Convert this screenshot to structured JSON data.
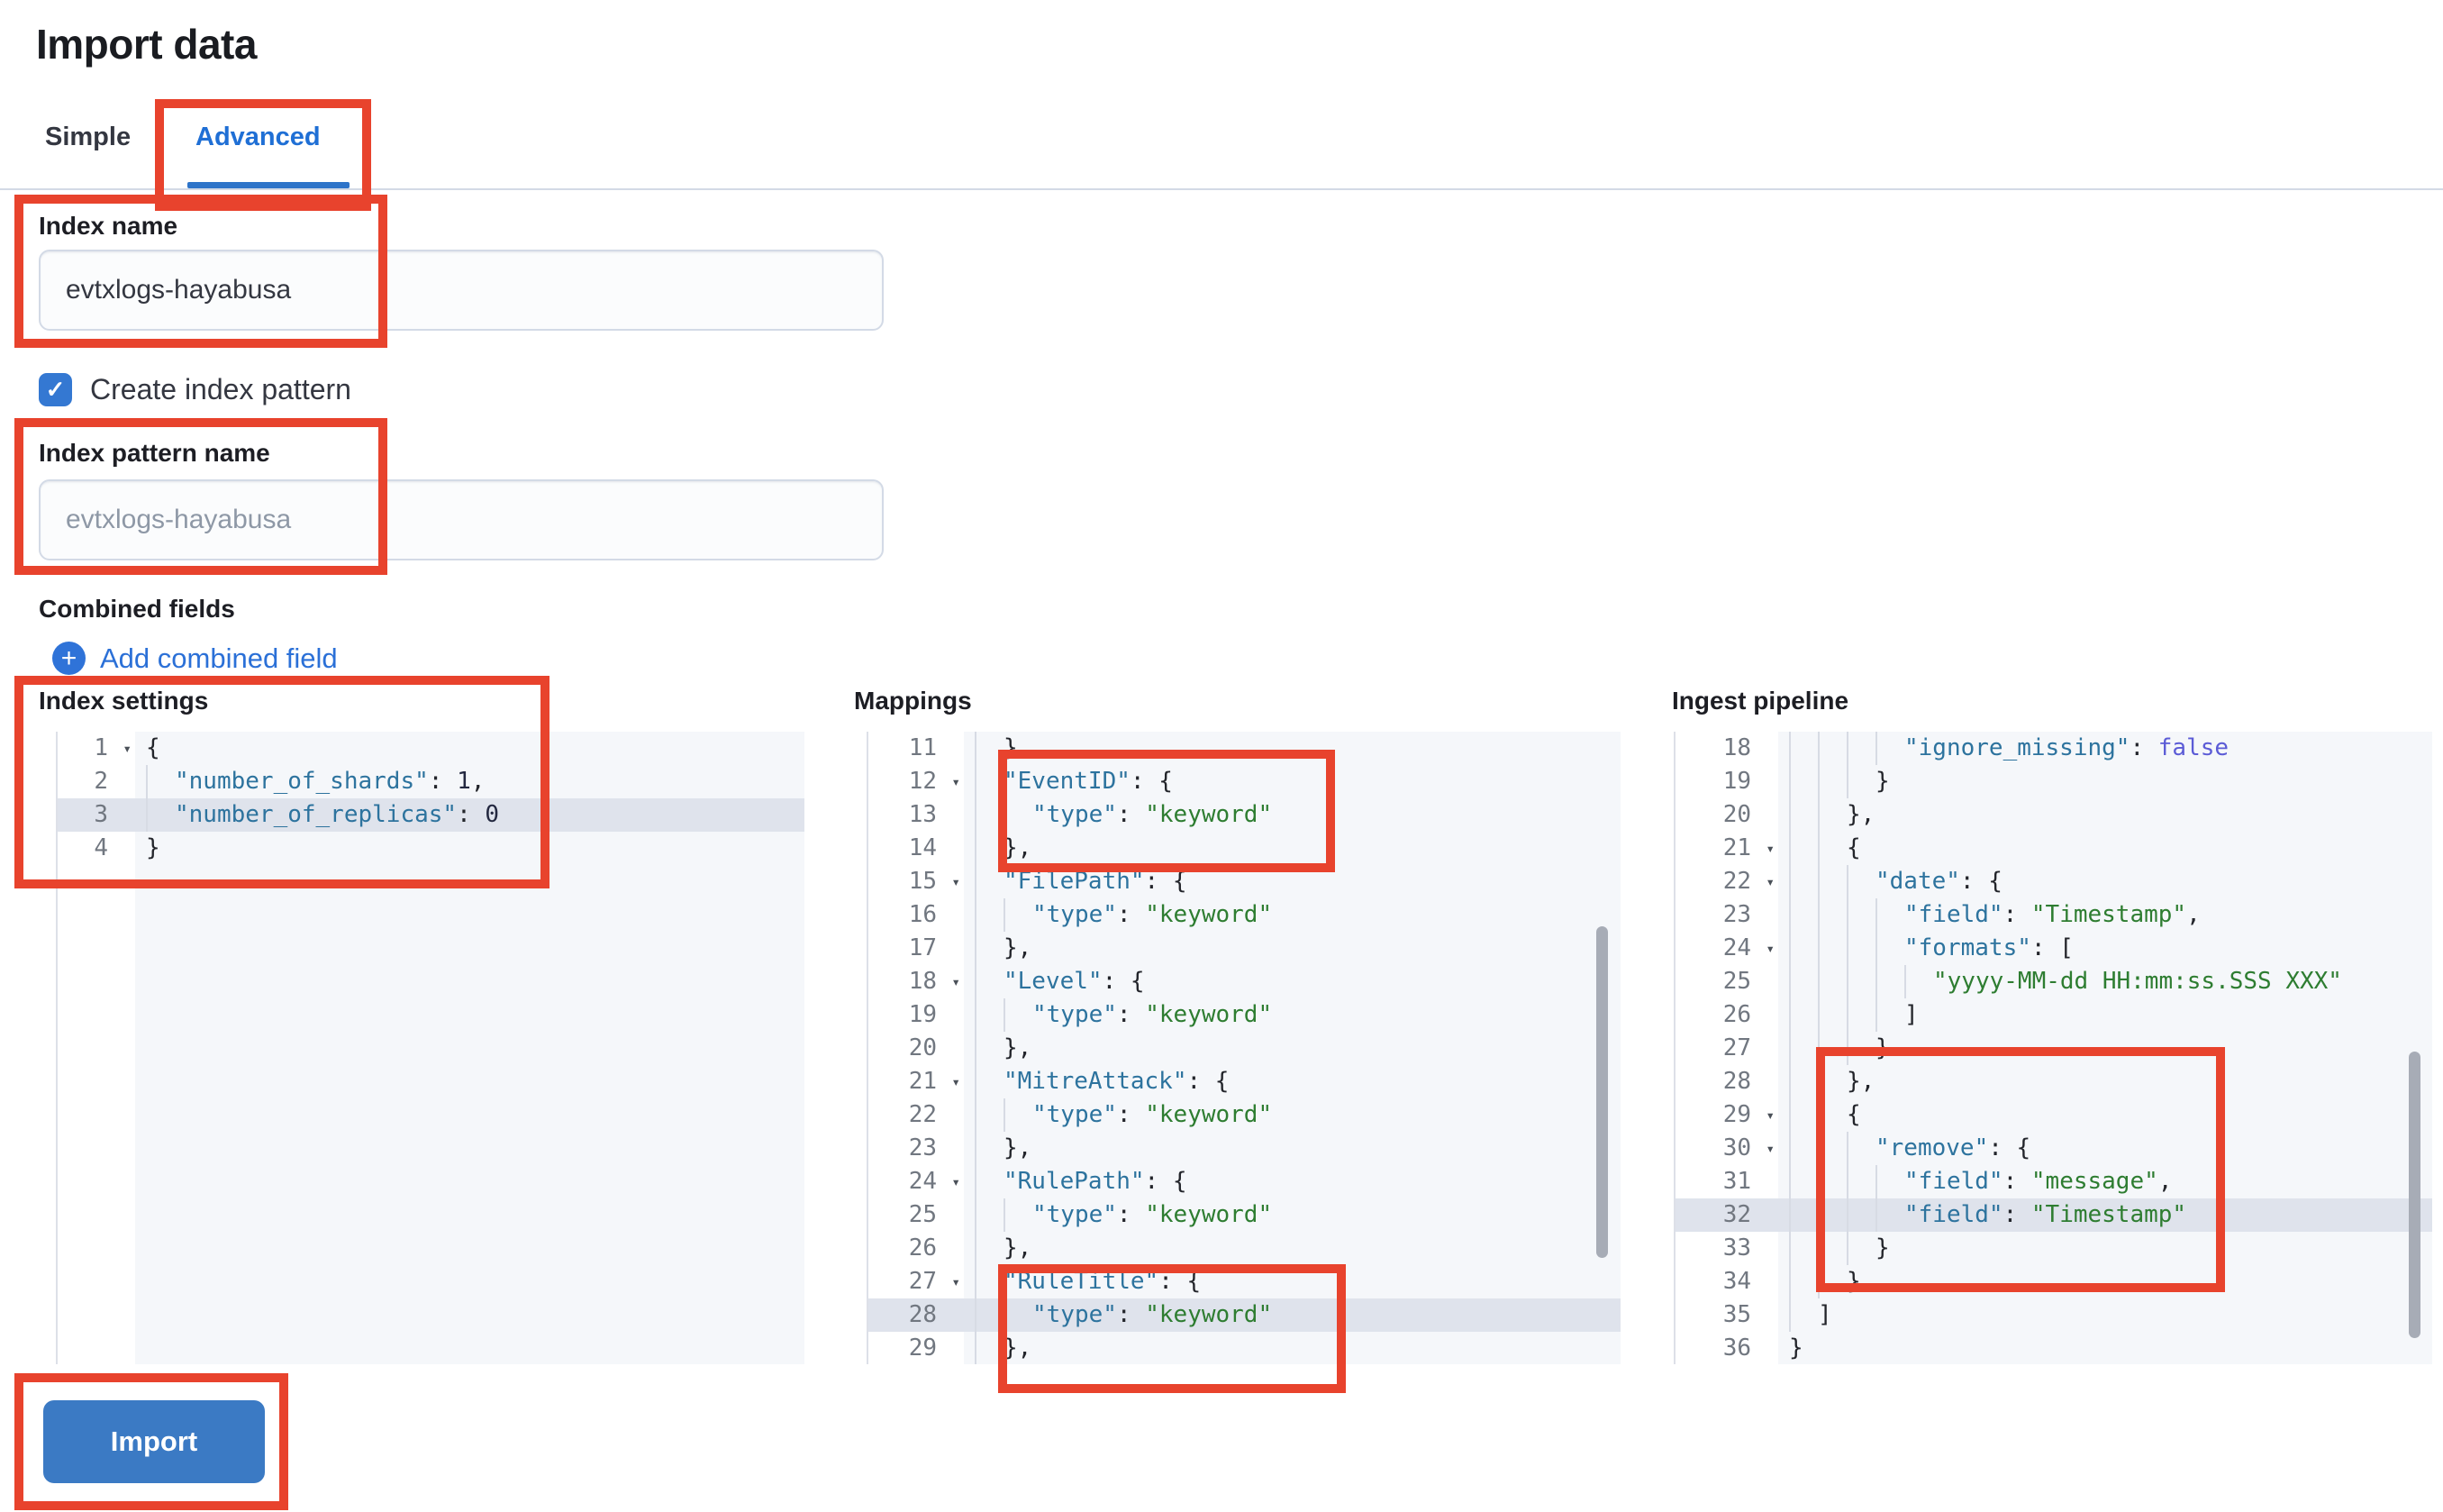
{
  "page": {
    "title": "Import data"
  },
  "tabs": {
    "simple": "Simple",
    "advanced": "Advanced",
    "selected": "Advanced"
  },
  "form": {
    "index_name": {
      "label": "Index name",
      "value": "evtxlogs-hayabusa"
    },
    "create_index_pattern": {
      "label": "Create index pattern",
      "checked": true,
      "check_glyph": "✓"
    },
    "index_pattern_name": {
      "label": "Index pattern name",
      "placeholder": "evtxlogs-hayabusa"
    },
    "combined_fields": {
      "label": "Combined fields",
      "add_link": "Add combined field",
      "plus_glyph": "+"
    }
  },
  "import_button": {
    "label": "Import"
  },
  "colors": {
    "accent_blue": "#2b70d7",
    "tab_selected_blue": "#1f6fd5",
    "checkbox_blue": "#3478d2",
    "button_blue": "#3b7ac4",
    "annotation_red": "#e8432d",
    "editor_bg": "#f5f7fa",
    "highlight_line_bg": "#dfe3ec",
    "code_key": "#2d739e",
    "code_string": "#2e7d31",
    "code_boolean": "#5b5bd6"
  },
  "editors": [
    {
      "id": "index-settings",
      "label": "Index settings",
      "lines": [
        {
          "n": "1",
          "fold": true,
          "indent": 0,
          "hl": false,
          "tokens": [
            [
              "plain",
              "{"
            ]
          ]
        },
        {
          "n": "2",
          "fold": false,
          "indent": 1,
          "hl": false,
          "tokens": [
            [
              "key",
              "\"number_of_shards\""
            ],
            [
              "plain",
              ": "
            ],
            [
              "num",
              "1"
            ],
            [
              "plain",
              ","
            ]
          ]
        },
        {
          "n": "3",
          "fold": false,
          "indent": 1,
          "hl": true,
          "tokens": [
            [
              "key",
              "\"number_of_replicas\""
            ],
            [
              "plain",
              ": "
            ],
            [
              "num",
              "0"
            ]
          ]
        },
        {
          "n": "4",
          "fold": false,
          "indent": 0,
          "hl": false,
          "tokens": [
            [
              "plain",
              "}"
            ]
          ]
        }
      ]
    },
    {
      "id": "mappings",
      "label": "Mappings",
      "lines": [
        {
          "n": "11",
          "fold": false,
          "indent": 1,
          "hl": false,
          "tokens": [
            [
              "plain",
              "},"
            ]
          ]
        },
        {
          "n": "12",
          "fold": true,
          "indent": 1,
          "hl": false,
          "tokens": [
            [
              "key",
              "\"EventID\""
            ],
            [
              "plain",
              ": {"
            ]
          ]
        },
        {
          "n": "13",
          "fold": false,
          "indent": 2,
          "hl": false,
          "tokens": [
            [
              "key",
              "\"type\""
            ],
            [
              "plain",
              ": "
            ],
            [
              "str",
              "\"keyword\""
            ]
          ]
        },
        {
          "n": "14",
          "fold": false,
          "indent": 1,
          "hl": false,
          "tokens": [
            [
              "plain",
              "},"
            ]
          ]
        },
        {
          "n": "15",
          "fold": true,
          "indent": 1,
          "hl": false,
          "tokens": [
            [
              "key",
              "\"FilePath\""
            ],
            [
              "plain",
              ": {"
            ]
          ]
        },
        {
          "n": "16",
          "fold": false,
          "indent": 2,
          "hl": false,
          "tokens": [
            [
              "key",
              "\"type\""
            ],
            [
              "plain",
              ": "
            ],
            [
              "str",
              "\"keyword\""
            ]
          ]
        },
        {
          "n": "17",
          "fold": false,
          "indent": 1,
          "hl": false,
          "tokens": [
            [
              "plain",
              "},"
            ]
          ]
        },
        {
          "n": "18",
          "fold": true,
          "indent": 1,
          "hl": false,
          "tokens": [
            [
              "key",
              "\"Level\""
            ],
            [
              "plain",
              ": {"
            ]
          ]
        },
        {
          "n": "19",
          "fold": false,
          "indent": 2,
          "hl": false,
          "tokens": [
            [
              "key",
              "\"type\""
            ],
            [
              "plain",
              ": "
            ],
            [
              "str",
              "\"keyword\""
            ]
          ]
        },
        {
          "n": "20",
          "fold": false,
          "indent": 1,
          "hl": false,
          "tokens": [
            [
              "plain",
              "},"
            ]
          ]
        },
        {
          "n": "21",
          "fold": true,
          "indent": 1,
          "hl": false,
          "tokens": [
            [
              "key",
              "\"MitreAttack\""
            ],
            [
              "plain",
              ": {"
            ]
          ]
        },
        {
          "n": "22",
          "fold": false,
          "indent": 2,
          "hl": false,
          "tokens": [
            [
              "key",
              "\"type\""
            ],
            [
              "plain",
              ": "
            ],
            [
              "str",
              "\"keyword\""
            ]
          ]
        },
        {
          "n": "23",
          "fold": false,
          "indent": 1,
          "hl": false,
          "tokens": [
            [
              "plain",
              "},"
            ]
          ]
        },
        {
          "n": "24",
          "fold": true,
          "indent": 1,
          "hl": false,
          "tokens": [
            [
              "key",
              "\"RulePath\""
            ],
            [
              "plain",
              ": {"
            ]
          ]
        },
        {
          "n": "25",
          "fold": false,
          "indent": 2,
          "hl": false,
          "tokens": [
            [
              "key",
              "\"type\""
            ],
            [
              "plain",
              ": "
            ],
            [
              "str",
              "\"keyword\""
            ]
          ]
        },
        {
          "n": "26",
          "fold": false,
          "indent": 1,
          "hl": false,
          "tokens": [
            [
              "plain",
              "},"
            ]
          ]
        },
        {
          "n": "27",
          "fold": true,
          "indent": 1,
          "hl": false,
          "tokens": [
            [
              "key",
              "\"RuleTitle\""
            ],
            [
              "plain",
              ": {"
            ]
          ]
        },
        {
          "n": "28",
          "fold": false,
          "indent": 2,
          "hl": true,
          "tokens": [
            [
              "key",
              "\"type\""
            ],
            [
              "plain",
              ": "
            ],
            [
              "str",
              "\"keyword\""
            ]
          ]
        },
        {
          "n": "29",
          "fold": false,
          "indent": 1,
          "hl": false,
          "tokens": [
            [
              "plain",
              "},"
            ]
          ]
        }
      ]
    },
    {
      "id": "ingest",
      "label": "Ingest pipeline",
      "lines": [
        {
          "n": "18",
          "fold": false,
          "indent": 4,
          "hl": false,
          "tokens": [
            [
              "key",
              "\"ignore_missing\""
            ],
            [
              "plain",
              ": "
            ],
            [
              "bool",
              "false"
            ]
          ]
        },
        {
          "n": "19",
          "fold": false,
          "indent": 3,
          "hl": false,
          "tokens": [
            [
              "plain",
              "}"
            ]
          ]
        },
        {
          "n": "20",
          "fold": false,
          "indent": 2,
          "hl": false,
          "tokens": [
            [
              "plain",
              "},"
            ]
          ]
        },
        {
          "n": "21",
          "fold": true,
          "indent": 2,
          "hl": false,
          "tokens": [
            [
              "plain",
              "{"
            ]
          ]
        },
        {
          "n": "22",
          "fold": true,
          "indent": 3,
          "hl": false,
          "tokens": [
            [
              "key",
              "\"date\""
            ],
            [
              "plain",
              ": {"
            ]
          ]
        },
        {
          "n": "23",
          "fold": false,
          "indent": 4,
          "hl": false,
          "tokens": [
            [
              "key",
              "\"field\""
            ],
            [
              "plain",
              ": "
            ],
            [
              "str",
              "\"Timestamp\""
            ],
            [
              "plain",
              ","
            ]
          ]
        },
        {
          "n": "24",
          "fold": true,
          "indent": 4,
          "hl": false,
          "tokens": [
            [
              "key",
              "\"formats\""
            ],
            [
              "plain",
              ": ["
            ]
          ]
        },
        {
          "n": "25",
          "fold": false,
          "indent": 5,
          "hl": false,
          "tokens": [
            [
              "str",
              "\"yyyy-MM-dd HH:mm:ss.SSS XXX\""
            ]
          ]
        },
        {
          "n": "26",
          "fold": false,
          "indent": 4,
          "hl": false,
          "tokens": [
            [
              "plain",
              "]"
            ]
          ]
        },
        {
          "n": "27",
          "fold": false,
          "indent": 3,
          "hl": false,
          "tokens": [
            [
              "plain",
              "}"
            ]
          ]
        },
        {
          "n": "28",
          "fold": false,
          "indent": 2,
          "hl": false,
          "tokens": [
            [
              "plain",
              "},"
            ]
          ]
        },
        {
          "n": "29",
          "fold": true,
          "indent": 2,
          "hl": false,
          "tokens": [
            [
              "plain",
              "{"
            ]
          ]
        },
        {
          "n": "30",
          "fold": true,
          "indent": 3,
          "hl": false,
          "tokens": [
            [
              "key",
              "\"remove\""
            ],
            [
              "plain",
              ": {"
            ]
          ]
        },
        {
          "n": "31",
          "fold": false,
          "indent": 4,
          "hl": false,
          "tokens": [
            [
              "key",
              "\"field\""
            ],
            [
              "plain",
              ": "
            ],
            [
              "str",
              "\"message\""
            ],
            [
              "plain",
              ","
            ]
          ]
        },
        {
          "n": "32",
          "fold": false,
          "indent": 4,
          "hl": true,
          "tokens": [
            [
              "key",
              "\"field\""
            ],
            [
              "plain",
              ": "
            ],
            [
              "str",
              "\"Timestamp\""
            ]
          ]
        },
        {
          "n": "33",
          "fold": false,
          "indent": 3,
          "hl": false,
          "tokens": [
            [
              "plain",
              "}"
            ]
          ]
        },
        {
          "n": "34",
          "fold": false,
          "indent": 2,
          "hl": false,
          "tokens": [
            [
              "plain",
              "}"
            ]
          ]
        },
        {
          "n": "35",
          "fold": false,
          "indent": 1,
          "hl": false,
          "tokens": [
            [
              "plain",
              "]"
            ]
          ]
        },
        {
          "n": "36",
          "fold": false,
          "indent": 0,
          "hl": false,
          "tokens": [
            [
              "plain",
              "}"
            ]
          ]
        }
      ]
    }
  ]
}
